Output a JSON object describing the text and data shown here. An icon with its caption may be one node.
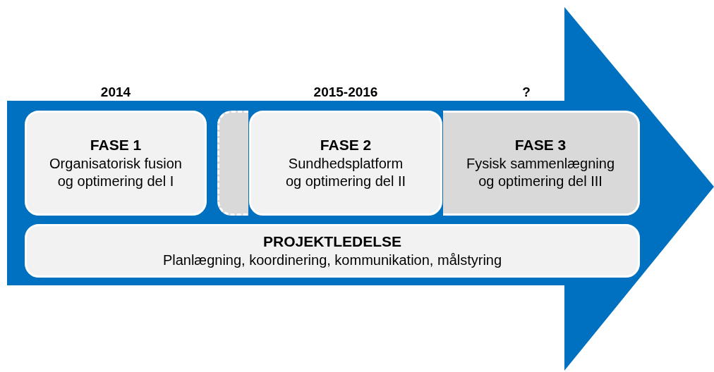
{
  "diagram": {
    "nodes": [
      {
        "text": [],
        "shape": "arrow"
      },
      {
        "text": [
          "FASE 1",
          "Organisatorisk fusion og optimering del I"
        ],
        "beside": [
          "2014"
        ],
        "in": 0
      },
      {
        "text": [],
        "shape": "box",
        "in": 0
      },
      {
        "text": [
          "FASE 2",
          "Sundhedsplatform og optimering del II"
        ],
        "beside": [
          "2015-2016"
        ],
        "in": 0
      },
      {
        "text": [
          "FASE 3",
          "Fysisk sammenlægning og optimering del III"
        ],
        "beside": [
          "?"
        ],
        "in": 0
      },
      {
        "text": [
          "PROJEKTLEDELSE",
          "Planlægning, koordinering, kommunikation, målstyring"
        ],
        "in": 0
      }
    ],
    "edges": []
  }
}
